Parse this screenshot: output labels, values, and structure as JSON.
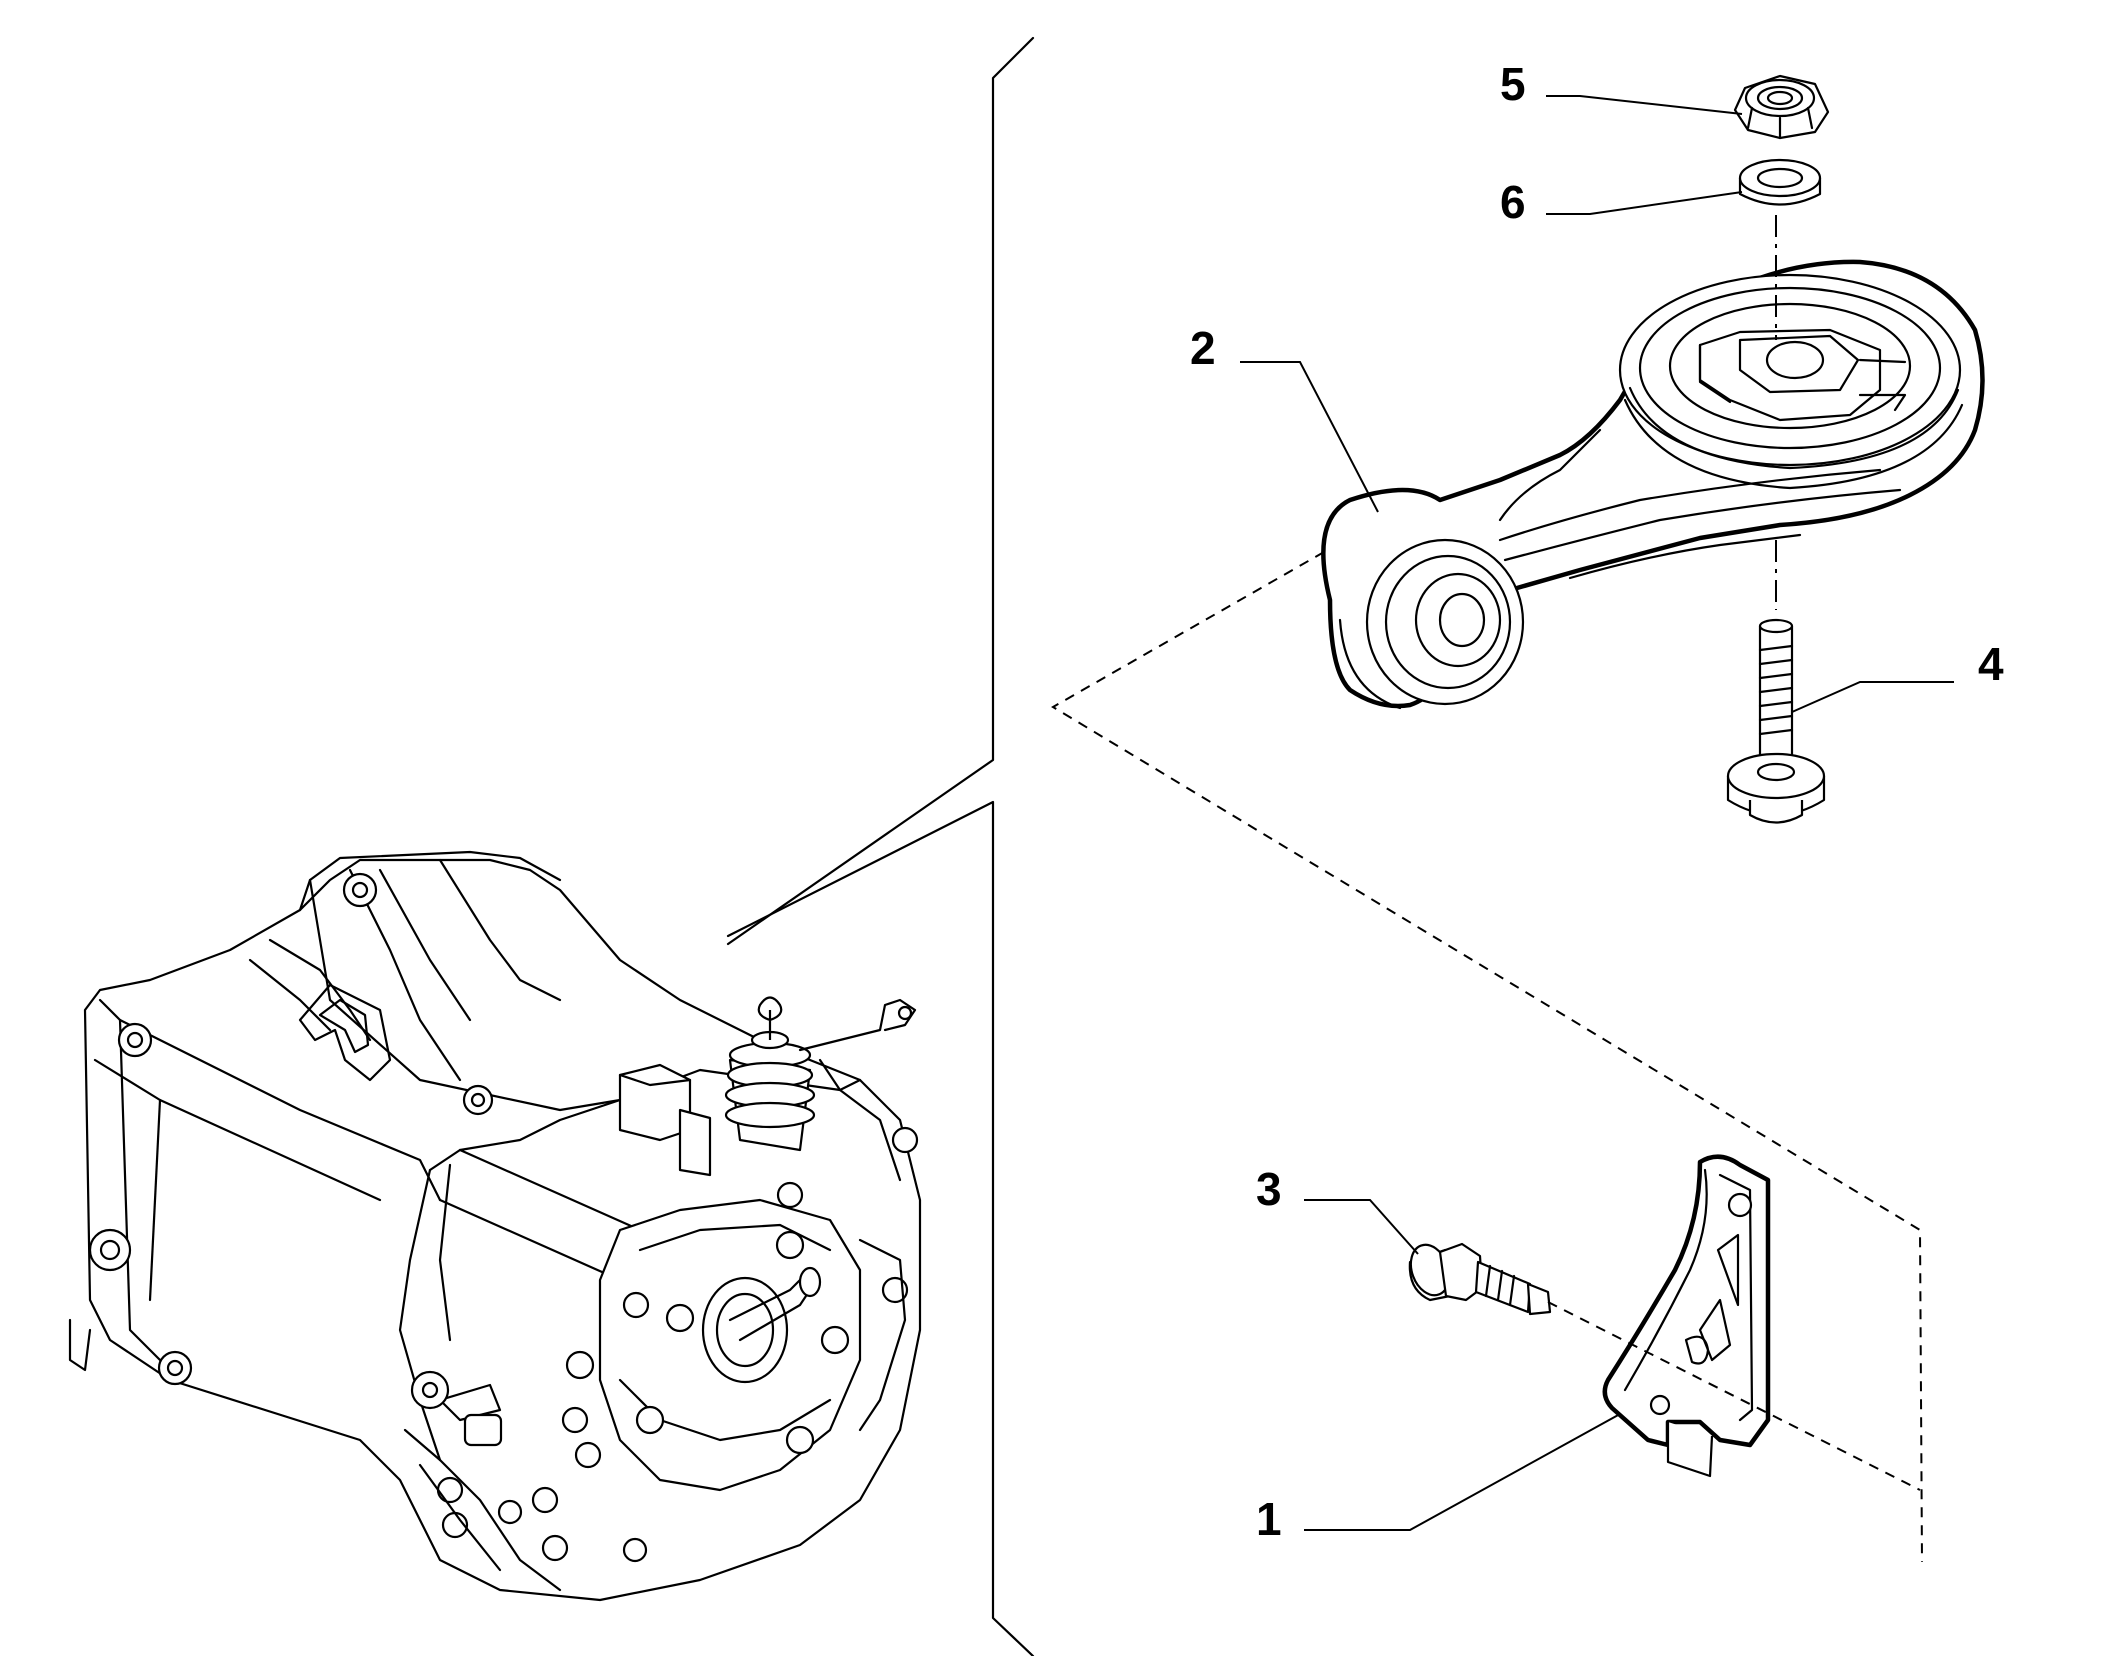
{
  "callouts": [
    {
      "id": "1",
      "label": "1",
      "part": "bracket"
    },
    {
      "id": "2",
      "label": "2",
      "part": "engine-mount"
    },
    {
      "id": "3",
      "label": "3",
      "part": "flange-bolt"
    },
    {
      "id": "4",
      "label": "4",
      "part": "long-bolt"
    },
    {
      "id": "5",
      "label": "5",
      "part": "nut"
    },
    {
      "id": "6",
      "label": "6",
      "part": "washer"
    }
  ]
}
